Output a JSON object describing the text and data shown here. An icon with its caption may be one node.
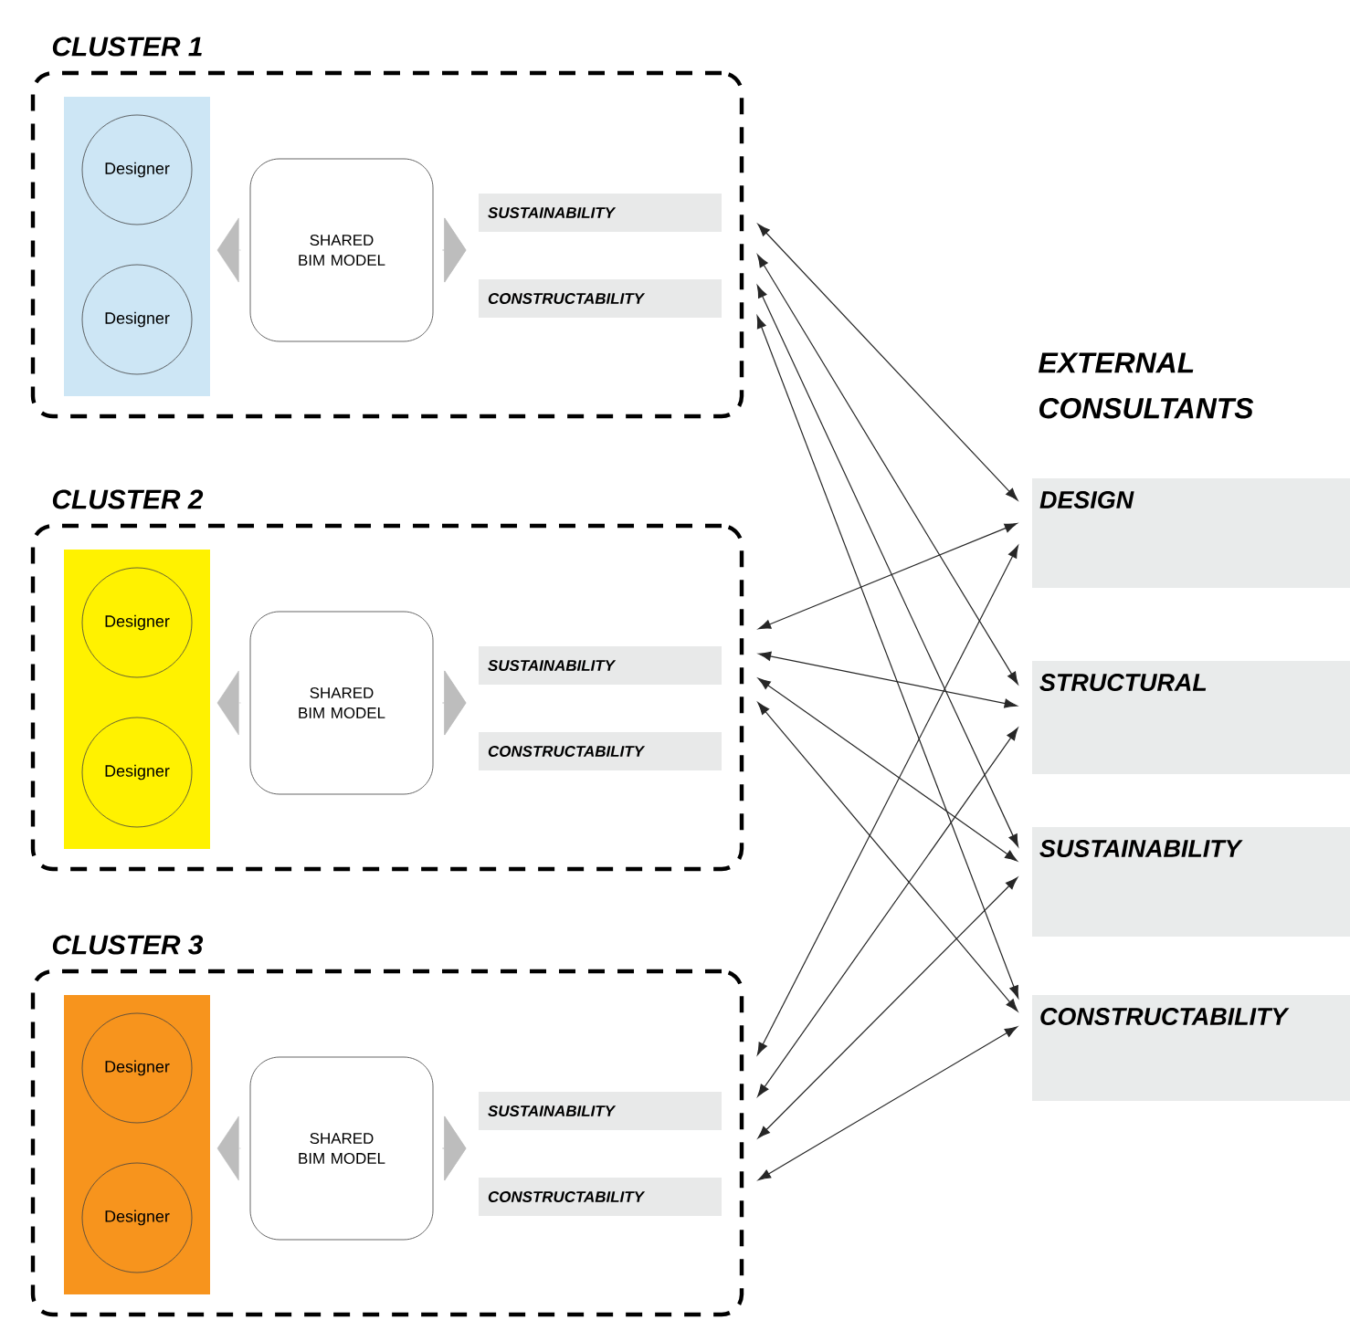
{
  "diagram": {
    "nodes": [
      {
        "text": [
          "CLUSTER 1"
        ]
      },
      {
        "text": [],
        "shape": "bar",
        "in": 0
      },
      {
        "text": [
          "Designer"
        ],
        "in": 1
      },
      {
        "text": [
          "Designer"
        ],
        "in": 1
      },
      {
        "text": [
          "SHARED BIM MODEL"
        ],
        "in": 0
      },
      {
        "text": [
          "SUSTAINABILITY"
        ],
        "in": 0
      },
      {
        "text": [
          "CONSTRUCTABILITY"
        ],
        "in": 0
      },
      {
        "text": [
          "CLUSTER 2"
        ]
      },
      {
        "text": [],
        "shape": "bar",
        "in": 7
      },
      {
        "text": [
          "Designer"
        ],
        "in": 8
      },
      {
        "text": [
          "Designer"
        ],
        "in": 8
      },
      {
        "text": [
          "SHARED BIM MODEL"
        ],
        "in": 7
      },
      {
        "text": [
          "SUSTAINABILITY"
        ],
        "in": 7
      },
      {
        "text": [
          "CONSTRUCTABILITY"
        ],
        "in": 7
      },
      {
        "text": [
          "CLUSTER 3"
        ]
      },
      {
        "text": [],
        "shape": "bar",
        "in": 14
      },
      {
        "text": [
          "Designer"
        ],
        "in": 15
      },
      {
        "text": [
          "Designer"
        ],
        "in": 15
      },
      {
        "text": [
          "SHARED BIM MODEL"
        ],
        "in": 14
      },
      {
        "text": [
          "SUSTAINABILITY"
        ],
        "in": 14
      },
      {
        "text": [
          "CONSTRUCTABILITY"
        ],
        "in": 14
      },
      {
        "text": [
          "DESIGN"
        ]
      },
      {
        "text": [
          "STRUCTURAL"
        ]
      },
      {
        "text": [
          "SUSTAINABILITY"
        ]
      },
      {
        "text": [
          "CONSTRUCTABILITY"
        ]
      }
    ],
    "edges": [
      {
        "from": 4,
        "to": 1,
        "arrow": "to",
        "color": "#bdbdbd"
      },
      {
        "from": 4,
        "to": 5,
        "arrow": "to",
        "color": "#bdbdbd"
      },
      {
        "from": 4,
        "to": 6,
        "arrow": "to",
        "color": "#bdbdbd"
      },
      {
        "from": 11,
        "to": 8,
        "arrow": "to",
        "color": "#bdbdbd"
      },
      {
        "from": 11,
        "to": 12,
        "arrow": "to",
        "color": "#bdbdbd"
      },
      {
        "from": 11,
        "to": 13,
        "arrow": "to",
        "color": "#bdbdbd"
      },
      {
        "from": 18,
        "to": 15,
        "arrow": "to",
        "color": "#bdbdbd"
      },
      {
        "from": 18,
        "to": 19,
        "arrow": "to",
        "color": "#bdbdbd"
      },
      {
        "from": 18,
        "to": 20,
        "arrow": "to",
        "color": "#bdbdbd"
      },
      {
        "from": 0,
        "to": 21,
        "arrow": "both"
      },
      {
        "from": 0,
        "to": 22,
        "arrow": "both"
      },
      {
        "from": 0,
        "to": 23,
        "arrow": "both"
      },
      {
        "from": 0,
        "to": 24,
        "arrow": "both"
      },
      {
        "from": 7,
        "to": 21,
        "arrow": "both"
      },
      {
        "from": 7,
        "to": 22,
        "arrow": "both"
      },
      {
        "from": 7,
        "to": 23,
        "arrow": "both"
      },
      {
        "from": 7,
        "to": 24,
        "arrow": "both"
      },
      {
        "from": 14,
        "to": 21,
        "arrow": "both"
      },
      {
        "from": 14,
        "to": 22,
        "arrow": "both"
      },
      {
        "from": 14,
        "to": 23,
        "arrow": "both"
      },
      {
        "from": 14,
        "to": 24,
        "arrow": "both"
      }
    ],
    "labels": [
      "EXTERNAL CONSULTANTS"
    ]
  }
}
